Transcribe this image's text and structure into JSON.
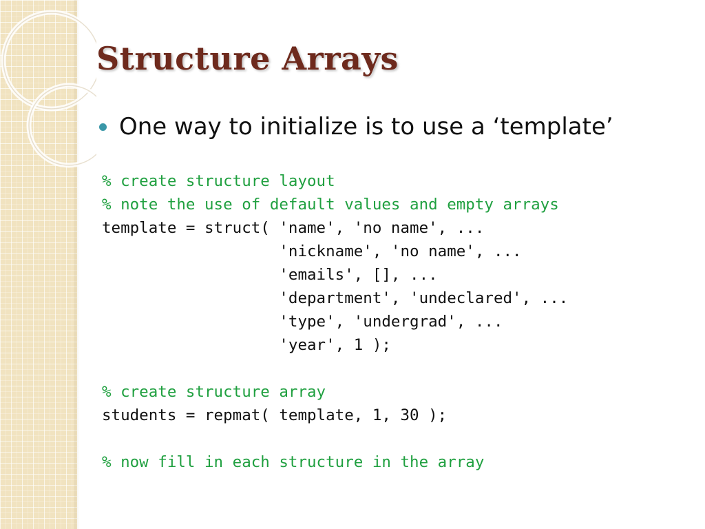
{
  "slide": {
    "title": "Structure Arrays",
    "bullet": "One way to initialize is to use a ‘template’",
    "code_lines": [
      {
        "text": "% create structure layout",
        "type": "comment"
      },
      {
        "text": "% note the use of default values and empty arrays",
        "type": "comment"
      },
      {
        "text": "template = struct( 'name', 'no name', ...",
        "type": "code"
      },
      {
        "text": "                   'nickname', 'no name', ...",
        "type": "code"
      },
      {
        "text": "                   'emails', [], ...",
        "type": "code"
      },
      {
        "text": "                   'department', 'undeclared', ...",
        "type": "code"
      },
      {
        "text": "                   'type', 'undergrad', ...",
        "type": "code"
      },
      {
        "text": "                   'year', 1 );",
        "type": "code"
      },
      {
        "text": "",
        "type": "blank"
      },
      {
        "text": "% create structure array",
        "type": "comment"
      },
      {
        "text": "students = repmat( template, 1, 30 );",
        "type": "code"
      },
      {
        "text": "",
        "type": "blank"
      },
      {
        "text": "% now fill in each structure in the array",
        "type": "comment"
      }
    ]
  },
  "colors": {
    "title": "#6e2a1d",
    "bullet_dot": "#3a97a8",
    "comment": "#20a040",
    "code": "#111111",
    "side_band": "#f1e3c0"
  }
}
